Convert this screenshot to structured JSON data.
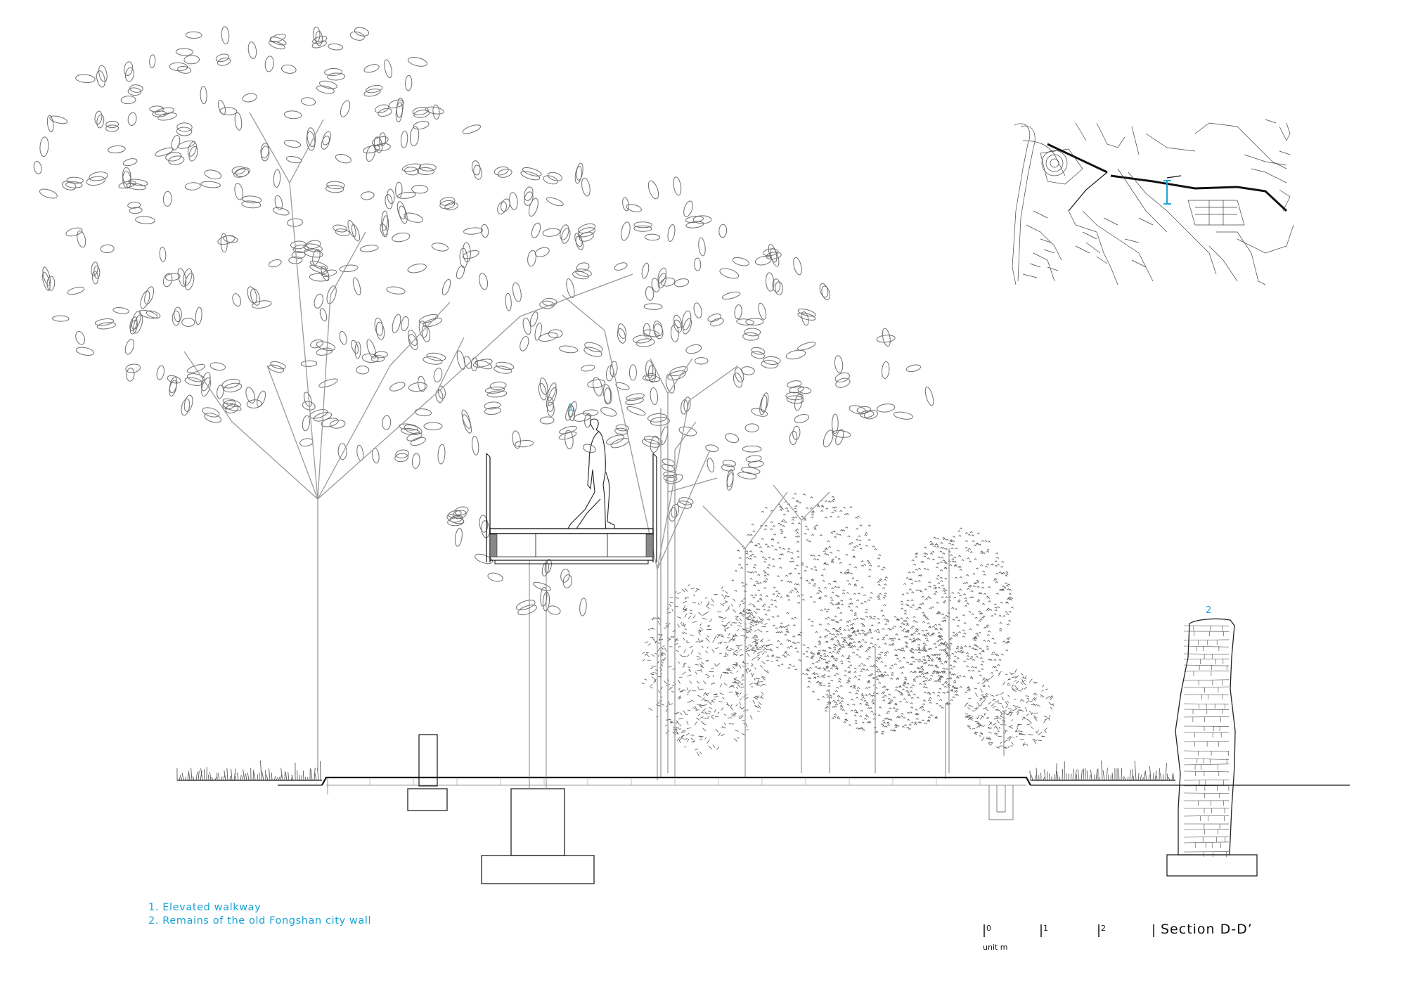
{
  "legend": {
    "items": [
      "1. Elevated walkway",
      "2. Remains of the old Fongshan city wall"
    ]
  },
  "callouts": {
    "walkway": "1",
    "city_wall": "2"
  },
  "scale_bar": {
    "ticks": [
      "0",
      "1",
      "2"
    ],
    "unit": "unit m"
  },
  "section_title": "Section D-D’",
  "colors": {
    "annotation": "#1aa3d6",
    "line": "#222222",
    "tree": "#8a8a8a"
  }
}
